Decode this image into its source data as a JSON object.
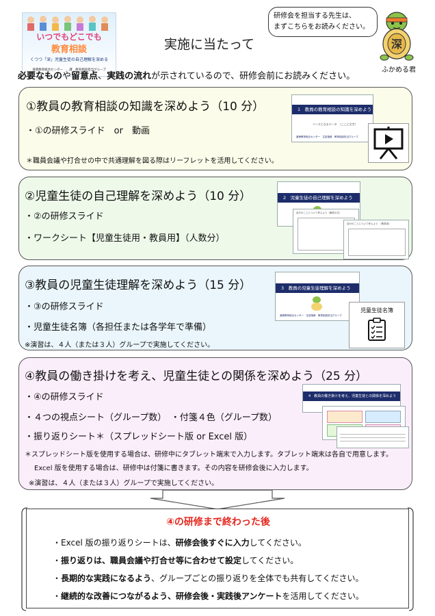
{
  "header": {
    "banner_line1": "いつでもどこでも",
    "banner_line2": "教育相談",
    "banner_line3": "くつつ「深」児童生徒の自己理解を深める",
    "banner_line4": "道徳教育総合センター　…課　教育相談担当グループ",
    "page_title": "実施に当たって",
    "speech_line1": "研修会を担当する先生は、",
    "speech_line2": "まずこちらをお読みください。",
    "mascot_char": "深",
    "mascot_name": "ふかめる君"
  },
  "intro": {
    "p1": "必要なもの",
    "p2": "や",
    "p3": "留意点",
    "p4": "、",
    "p5": "実践の流れ",
    "p6": "が示されているので、研修会前にお読みください。"
  },
  "sections": [
    {
      "title": "①教員の教育相談の知識を深めよう（10 分）",
      "items": [
        "・①の研修スライド　or　動画"
      ],
      "note": "＊職員会議や打合せの中で共通理解を図る際はリーフレットを活用してください。",
      "slide_bar": "1　教員の教育相談の知識を深めよう",
      "slide_mid": "ベースとなるデータ　（ここに文字）",
      "slide_foot": "道徳教育総合センター　生徒指導　教育相談担当グループ",
      "icon": "presentation-play-icon"
    },
    {
      "title": "②児童生徒の自己理解を深めよう（10 分）",
      "items": [
        "・②の研修スライド",
        "・ワークシート【児童生徒用・教員用】（人数分）"
      ],
      "slide_bar": "2　児童生徒の自己理解を深めよう",
      "ws_title1": "自分のことについて考えよう（最低の文）",
      "ws_title2": "自分のことについて考えよう　（教員用）"
    },
    {
      "title": "③教員の児童生徒理解を深めよう（15 分）",
      "items": [
        "・③の研修スライド",
        "・児童生徒名簿（各担任または各学年で準備）"
      ],
      "note": "※演習は、４人（または３人）グループで実施してください。",
      "slide_bar": "3　教員の児童生徒理解を深めよう",
      "slide_foot": "道徳教育総合センター　生徒指導　教育相談担当グループ",
      "roster_label": "児童生徒名簿",
      "icon": "clipboard-list-icon"
    },
    {
      "title": "④教員の働き掛けを考え、児童生徒との関係を深めよう（25 分）",
      "items": [
        "・④の研修スライド",
        "・４つの視点シート（グループ数）　・付箋４色（グループ数）",
        "・振り返りシート＊（スプレッドシート版 or Excel 版）"
      ],
      "note1": "＊スプレッドシート版を使用する場合は、研修中にタブレット端末で入力します。タブレット端末は各自で用意します。",
      "note2": "Excel 版を使用する場合は、研修中は付箋に書きます。その内容を研修会後に入力します。",
      "note3": "※演習は、４人（または３人）グループで実施してください。",
      "slide_bar": "4　教員の働き掛けを考え、児童生徒との関係を深めよう"
    }
  ],
  "after": {
    "title": "④の研修まで終わった後",
    "b1": {
      "a": "・Excel 版の振り返りシートは、",
      "b": "研修会後すぐに入力",
      "c": "してください。"
    },
    "b2": {
      "a": "・",
      "b": "振り返りは、職員会議や打合せ等に合わせて設定",
      "c": "してください。"
    },
    "b3": {
      "a": "・",
      "b": "長期的な実践になるよう",
      "c": "、グループごとの振り返りを全体でも共有してください。"
    },
    "b4": {
      "a": "・",
      "b": "継続的な改善につながるよう、研修会後・実践後アンケート",
      "c": "を活用してください。"
    }
  },
  "colors": {
    "s1_bg": "#fcfcea",
    "s2_bg": "#eef9ea",
    "s3_bg": "#eaf6fb",
    "s4_bg": "#fbeefb",
    "after_title": "#e5271e",
    "slide_bar": "#1d2d6b"
  }
}
